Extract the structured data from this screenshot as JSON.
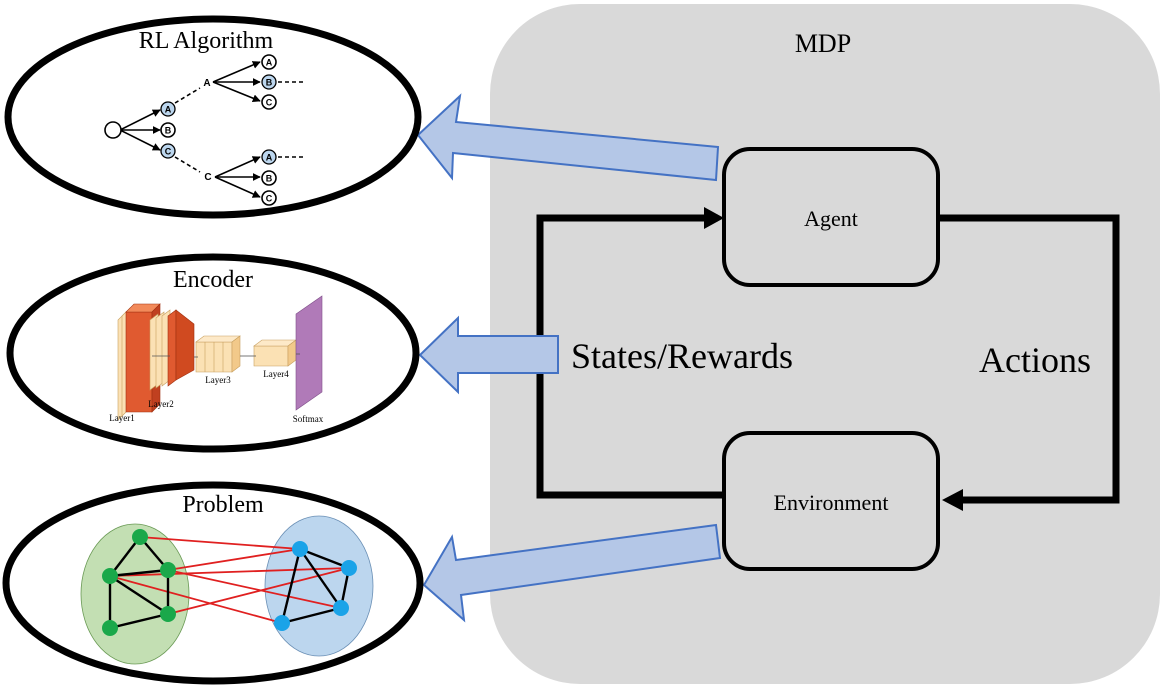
{
  "mdp": {
    "title": "MDP",
    "agent_label": "Agent",
    "environment_label": "Environment",
    "states_rewards_label": "States/Rewards",
    "actions_label": "Actions"
  },
  "rl_algorithm": {
    "title": "RL Algorithm",
    "node_a": "A",
    "node_b": "B",
    "node_c": "C"
  },
  "encoder": {
    "title": "Encoder",
    "layers": [
      "Layer1",
      "Layer2",
      "Layer3",
      "Layer4",
      "Softmax"
    ]
  },
  "problem": {
    "title": "Problem"
  },
  "colors": {
    "mdp_background": "#d9d9d9",
    "arrow_fill": "#b4c7e7",
    "arrow_stroke": "#4472c4",
    "layer_orange": "#e05a30",
    "layer_light": "#fbe1b4",
    "softmax_purple": "#b07ab8",
    "cluster_green": "#c3dfb3",
    "cluster_blue": "#bcd6ee",
    "node_green": "#1aa84a",
    "node_blue": "#1aa3e8",
    "cross_edge": "#e02020"
  }
}
